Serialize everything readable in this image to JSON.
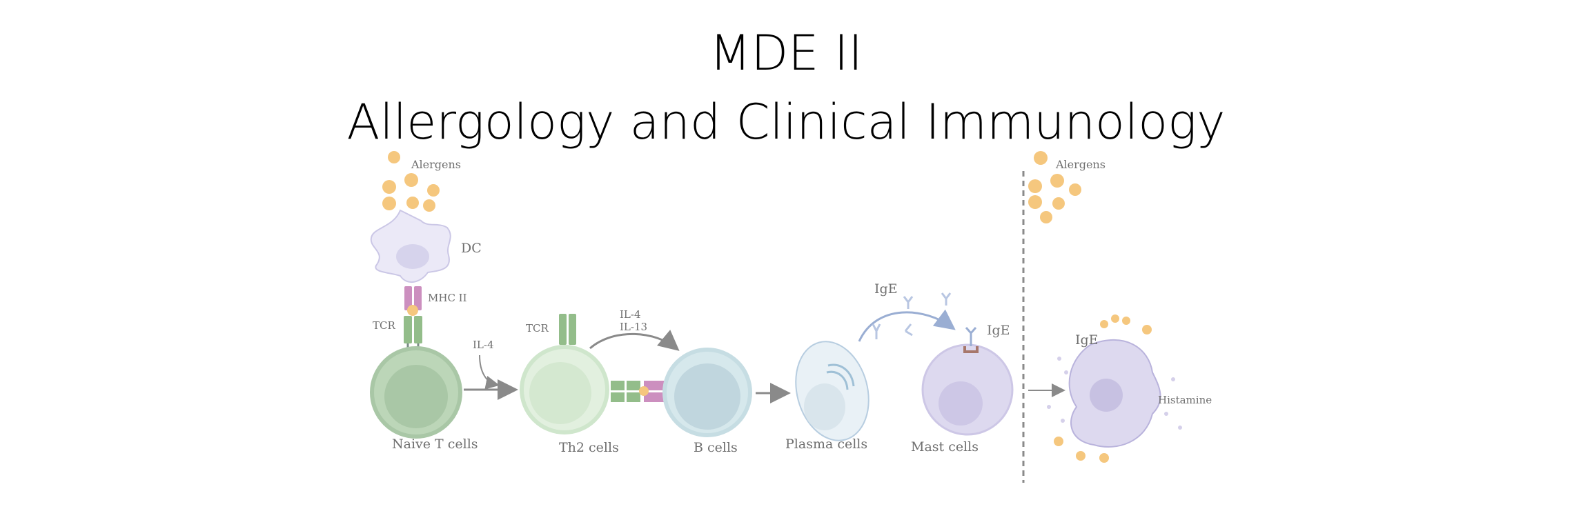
{
  "slide": {
    "title_line1": "MDE II",
    "title_line2": "Allergology and Clinical Immunology"
  },
  "diagram": {
    "allergens_left": "Alergens",
    "dc": "DC",
    "mhc": "MHC II",
    "tcr_1": "TCR",
    "tcr_2": "TCR",
    "il4": "IL-4",
    "il4_b": "IL-4",
    "il13": "IL-13",
    "naive_t": "Naive T cells",
    "th2": "Th2 cells",
    "b_cells": "B cells",
    "plasma": "Plasma cells",
    "ige_free": "IgE",
    "ige_bound": "IgE",
    "mast": "Mast cells",
    "allergens_right": "Alergens",
    "ige_right": "IgE",
    "histamine": "Histamine",
    "colors": {
      "allergen": "#f5c77e",
      "t_cell": "#a9c7a6",
      "th2": "#cfe6cc",
      "b_cell": "#c6dde3",
      "plasma": "#dbe8f0",
      "mast": "#cdc7e6",
      "mhc": "#cc8fbf",
      "tcr": "#93bd8a",
      "ige": "#9aaed3",
      "receptor": "#a7776b"
    }
  }
}
